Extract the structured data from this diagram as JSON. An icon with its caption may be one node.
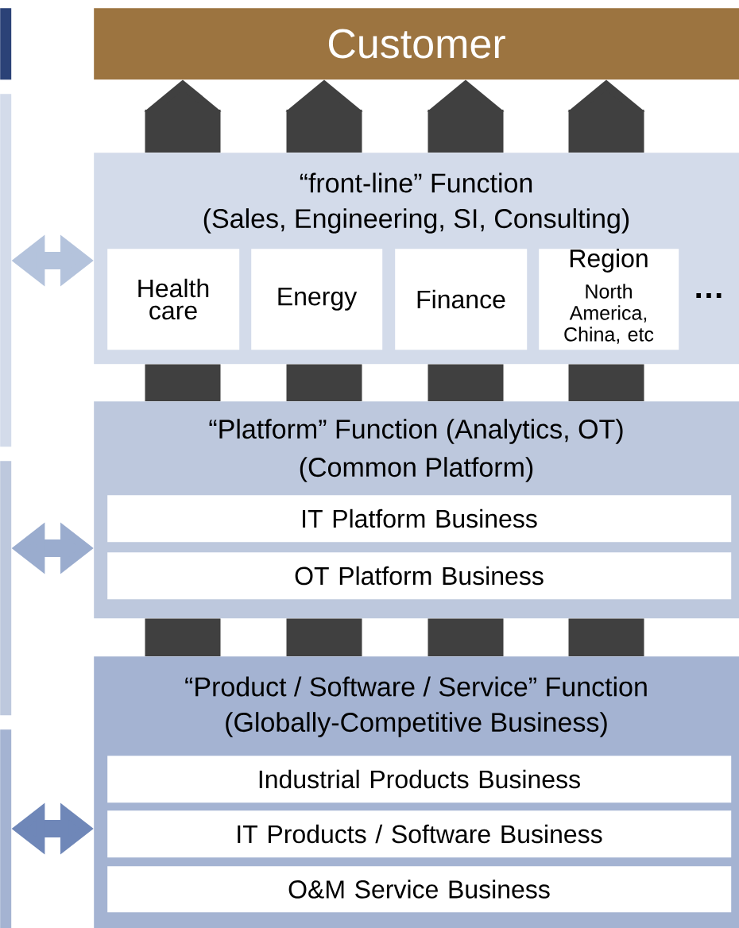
{
  "diagram": {
    "nodes": [
      {
        "text": [],
        "shape": "bar"
      },
      {
        "text": [
          "Customer"
        ]
      },
      {
        "text": [],
        "shape": "bar"
      },
      {
        "text": [
          "“front-line” Function",
          "(Sales, Engineering, SI, Consulting)"
        ]
      },
      {
        "text": [
          "Health care"
        ],
        "in": 3
      },
      {
        "text": [
          "Energy"
        ],
        "in": 3
      },
      {
        "text": [
          "Finance"
        ],
        "in": 3
      },
      {
        "text": [
          "Region",
          "North America, China, etc"
        ],
        "in": 3
      },
      {
        "text": [],
        "shape": "bar"
      },
      {
        "text": [
          "“Platform” Function (Analytics, OT)",
          "(Common Platform)"
        ]
      },
      {
        "text": [
          "IT Platform Business"
        ],
        "in": 9
      },
      {
        "text": [
          "OT Platform Business"
        ],
        "in": 9
      },
      {
        "text": [],
        "shape": "bar"
      },
      {
        "text": [
          "“Product / Software / Service” Function",
          "(Globally-Competitive Business)"
        ]
      },
      {
        "text": [
          "Industrial Products Business"
        ],
        "in": 13
      },
      {
        "text": [
          "IT Products / Software Business"
        ],
        "in": 13
      },
      {
        "text": [
          "O&M Service Business"
        ],
        "in": 13
      }
    ],
    "edges": [
      {
        "from": 3,
        "to": 1,
        "arrow": "to"
      },
      {
        "from": 3,
        "to": 1,
        "arrow": "to"
      },
      {
        "from": 3,
        "to": 1,
        "arrow": "to"
      },
      {
        "from": 3,
        "to": 1,
        "arrow": "to"
      },
      {
        "from": 9,
        "to": 3,
        "arrow": "none"
      },
      {
        "from": 9,
        "to": 3,
        "arrow": "none"
      },
      {
        "from": 9,
        "to": 3,
        "arrow": "none"
      },
      {
        "from": 9,
        "to": 3,
        "arrow": "none"
      },
      {
        "from": 13,
        "to": 9,
        "arrow": "none"
      },
      {
        "from": 13,
        "to": 9,
        "arrow": "none"
      },
      {
        "from": 13,
        "to": 9,
        "arrow": "none"
      },
      {
        "from": 13,
        "to": 9,
        "arrow": "none"
      },
      {
        "from": 2,
        "to": 3,
        "arrow": "both",
        "color": "#b4c3dc"
      },
      {
        "from": 8,
        "to": 9,
        "arrow": "both",
        "color": "#9aacce"
      },
      {
        "from": 12,
        "to": 13,
        "arrow": "both",
        "color": "#6f87b8"
      }
    ],
    "labels": [
      "…"
    ]
  }
}
